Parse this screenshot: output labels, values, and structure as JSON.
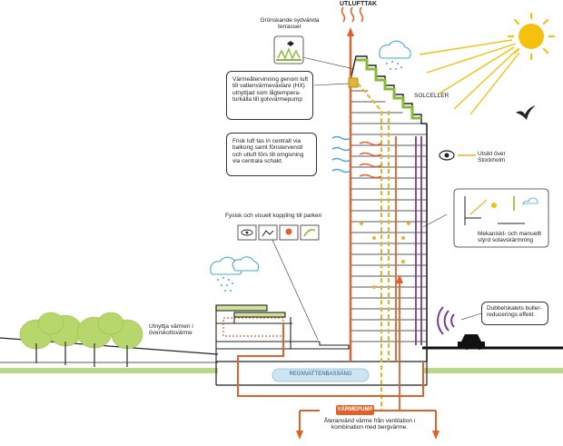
{
  "labels": {
    "utluft_tak": "UTLUFTTAK",
    "gronskande": "Grönskande sydvända terrasser",
    "solceller": "SOLCELLER",
    "varmeatervinning": "Värmeåtervinning genom luft till vattenvärmeväxlare (HX) utnyttjad som lågtempera-turkälla till golvvärmepump",
    "frisk_luft": "Frisk luft tas in centralt via balkong samt fönstervenstl och utluft förs till omgivning via centrala schakt.",
    "utsikt": "Utsikt över Stockholm",
    "fysisk": "Fysisk och visuell koppling till parken",
    "mekaniskt": "Mekaniskt- och manuellt styrd solavskärmning",
    "utnyttja": "Utnyttja värmen i överskottsvärme",
    "dubbelskal": "Dubbelskalets buller-reducerings effekt.",
    "regnvatten": "REGNVATTENBASSÄNG",
    "varmepump": "VÄRMEPUMP",
    "ateranvand": "Återanvänd värme från ventilation i kombination med bergvärme."
  },
  "colors": {
    "orange": "#e0612a",
    "yellow": "#e3b532",
    "purple": "#7a3b8f",
    "blue": "#4aa7d8",
    "green": "#8ab83a",
    "sun": "#f4c10f"
  }
}
